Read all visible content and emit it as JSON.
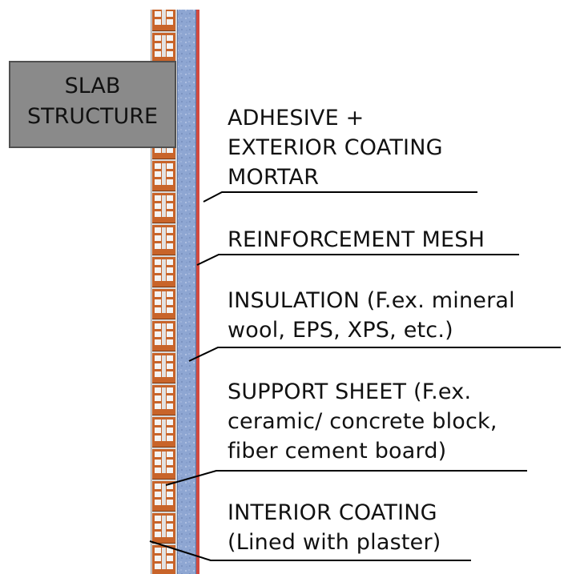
{
  "slab": {
    "lines": [
      "SLAB",
      "STRUCTURE"
    ]
  },
  "labels": [
    {
      "lines": [
        "ADHESIVE +",
        "EXTERIOR COATING",
        "MORTAR"
      ]
    },
    {
      "lines": [
        "REINFORCEMENT MESH"
      ]
    },
    {
      "lines": [
        "INSULATION (F.ex. mineral",
        "wool, EPS, XPS, etc.)"
      ]
    },
    {
      "lines": [
        "SUPPORT SHEET (F.ex.",
        "ceramic/ concrete block,",
        "fiber cement board)"
      ]
    },
    {
      "lines": [
        "INTERIOR COATING",
        "(Lined with plaster)"
      ]
    }
  ],
  "colors": {
    "brick": "#c8642a",
    "brick_dark": "#7a3a14",
    "brick_cell": "#f4f4f4",
    "insulation": "#8ea6d2",
    "render": "#d24a40",
    "slab_fill": "#8a8a8a",
    "slab_edge": "#4f4f4f"
  }
}
